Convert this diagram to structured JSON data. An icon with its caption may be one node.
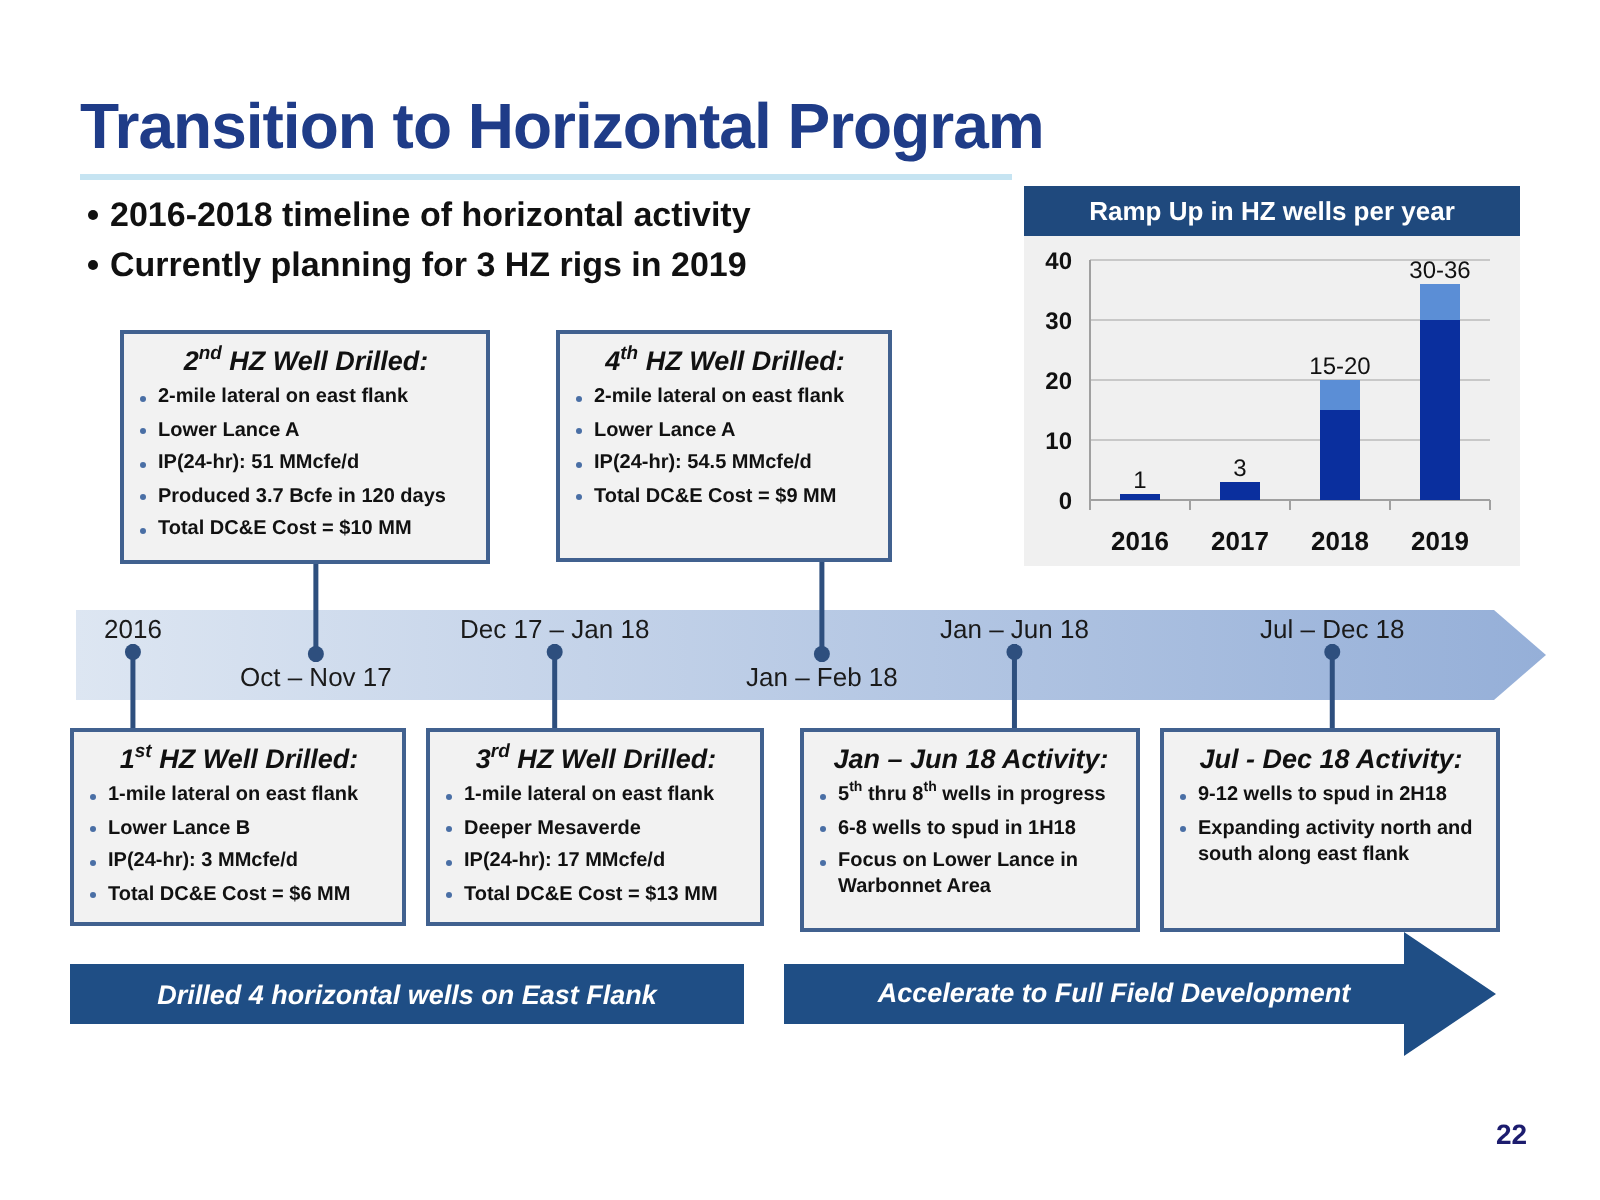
{
  "diagram": {
    "title": "Transition to Horizontal Program",
    "nodes": [
      {
        "text": [
          "2$^{nd}$ HZ Well Drilled:",
          "2-mile lateral on east flank",
          "Lower Lance A",
          "IP(24-hr): 51 MMcfe/d",
          "Produced 3.7 Bcfe in 120 days",
          "Total DC&E Cost = $10 MM"
        ]
      },
      {
        "text": [
          "4$^{th}$ HZ Well Drilled:",
          "2-mile lateral on east flank",
          "Lower Lance A",
          "IP(24-hr): 54.5 MMcfe/d",
          "Total DC&E Cost = $9 MM"
        ]
      },
      {
        "text": [],
        "shape": "arrow"
      },
      {
        "text": [
          "2016"
        ],
        "in": 2
      },
      {
        "text": [
          "Oct – Nov 17"
        ],
        "in": 2
      },
      {
        "text": [
          "Dec 17 – Jan 18"
        ],
        "in": 2
      },
      {
        "text": [
          "Jan – Feb 18"
        ],
        "in": 2
      },
      {
        "text": [
          "Jan – Jun 18"
        ],
        "in": 2
      },
      {
        "text": [
          "Jul – Dec 18"
        ],
        "in": 2
      },
      {
        "text": [
          "1$^{st}$ HZ Well Drilled:",
          "1-mile lateral on east flank",
          "Lower Lance B",
          "IP(24-hr): 3 MMcfe/d",
          "Total DC&E Cost = $6 MM"
        ]
      },
      {
        "text": [
          "3$^{rd}$ HZ Well Drilled:",
          "1-mile lateral on east flank",
          "Deeper Mesaverde",
          "IP(24-hr): 17 MMcfe/d",
          "Total DC&E Cost = $13 MM"
        ]
      },
      {
        "text": [
          "Jan – Jun 18 Activity:",
          "5$^{th}$ thru 8$^{th}$ wells in progress",
          "6-8 wells to spud in 1H18",
          "Focus on Lower Lance in Warbonnet Area"
        ]
      },
      {
        "text": [
          "Jul - Dec 18 Activity:",
          "9-12 wells to spud in 2H18",
          "Expanding activity north and south along east flank"
        ]
      },
      {
        "text": [
          "Drilled 4 horizontal wells on East Flank"
        ]
      },
      {
        "text": [
          "Accelerate to Full Field Development"
        ]
      }
    ],
    "edges": [
      {
        "from": 0,
        "to": 4,
        "arrow": "other"
      },
      {
        "from": 1,
        "to": 6,
        "arrow": "other"
      },
      {
        "from": 9,
        "to": 3,
        "arrow": "other"
      },
      {
        "from": 10,
        "to": 5,
        "arrow": "other"
      },
      {
        "from": 11,
        "to": 7,
        "arrow": "other"
      },
      {
        "from": 12,
        "to": 8,
        "arrow": "other"
      }
    ],
    "labels": [
      "2016-2018 timeline of horizontal activity",
      "Currently planning for 3 HZ rigs in 2019",
      "22"
    ],
    "chart_data": {
      "type": "bar",
      "title": "Ramp Up in HZ wells per year",
      "categories": [
        "2016",
        "2017",
        "2018",
        "2019"
      ],
      "series": [
        {
          "color": "#0a2f9e",
          "values": [
            1,
            3,
            15,
            30
          ]
        },
        {
          "color": "#5b8ed6",
          "values": [
            0,
            0,
            5,
            6
          ]
        }
      ],
      "stacked": true,
      "ylim": [
        0,
        40
      ],
      "yticks": [
        0,
        10,
        20,
        30,
        40
      ],
      "grid": true,
      "value_labels": [
        "1",
        "3",
        "15-20",
        "30-36"
      ]
    }
  }
}
